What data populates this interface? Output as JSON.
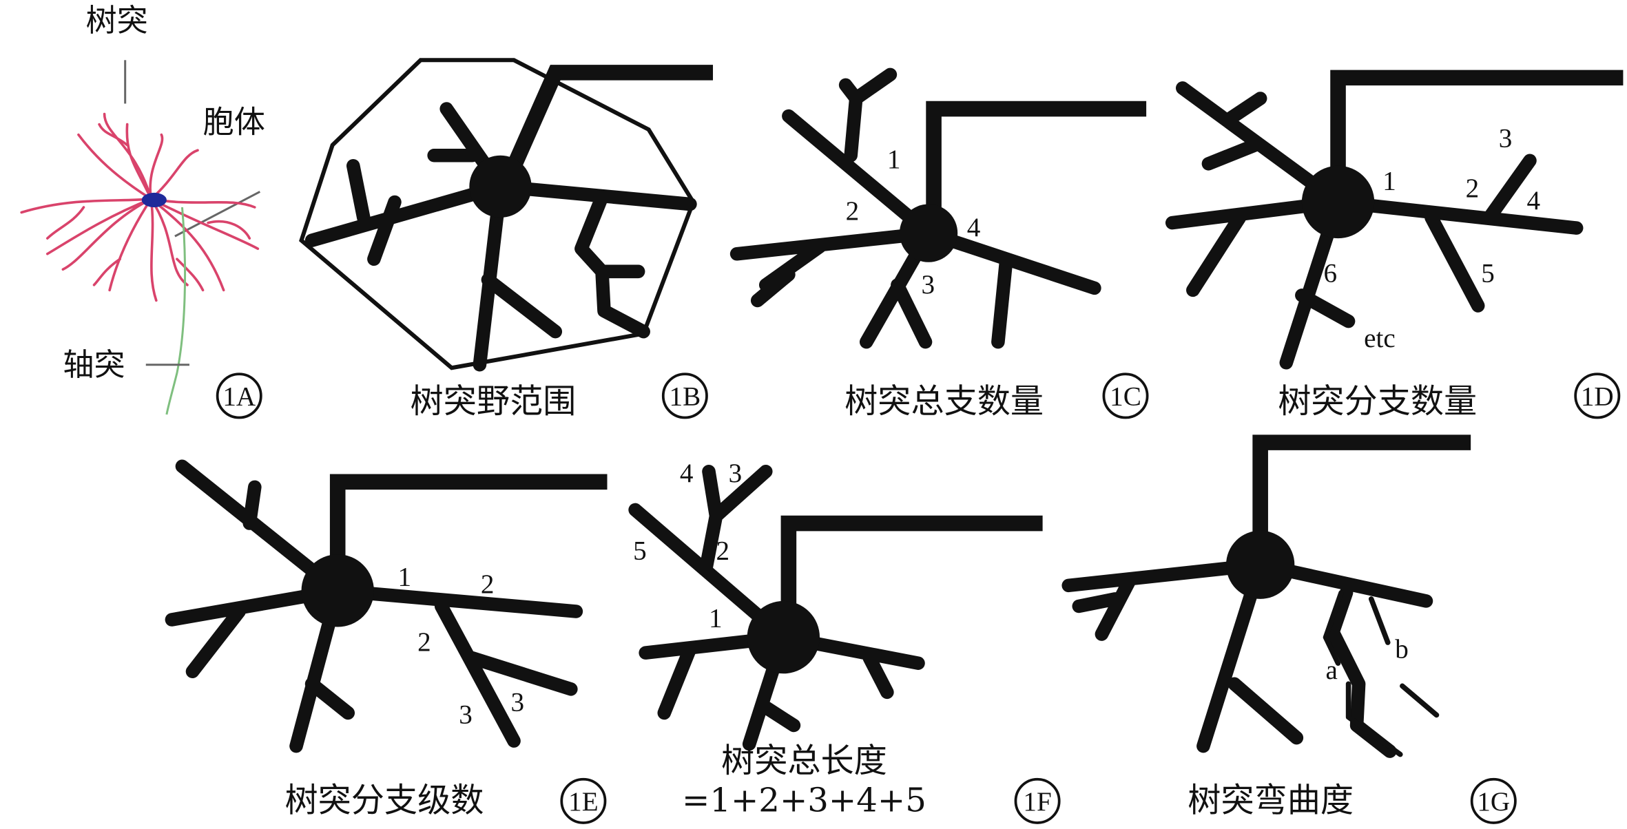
{
  "colors": {
    "dendrite": "#d9436b",
    "soma": "#1f2a9a",
    "axon": "#7fbf7f",
    "ink": "#111111"
  },
  "panel_a": {
    "tag": "1A",
    "dendrite_label": "树突",
    "soma_label": "胞体",
    "axon_label": "轴突"
  },
  "panel_b": {
    "tag": "1B",
    "caption": "树突野范围"
  },
  "panel_c": {
    "tag": "1C",
    "caption": "树突总支数量",
    "numbers": [
      "1",
      "2",
      "3",
      "4"
    ]
  },
  "panel_d": {
    "tag": "1D",
    "caption": "树突分支数量",
    "numbers": [
      "1",
      "2",
      "3",
      "4",
      "5",
      "6"
    ],
    "etc": "etc"
  },
  "panel_e": {
    "tag": "1E",
    "caption": "树突分支级数",
    "numbers": [
      "1",
      "2",
      "2",
      "3",
      "3"
    ]
  },
  "panel_f": {
    "tag": "1F",
    "caption": "树突总长度",
    "formula": "=1+2+3+4+5",
    "numbers": [
      "1",
      "2",
      "3",
      "4",
      "5"
    ]
  },
  "panel_g": {
    "tag": "1G",
    "caption": "树突弯曲度",
    "labels": [
      "a",
      "b"
    ]
  }
}
